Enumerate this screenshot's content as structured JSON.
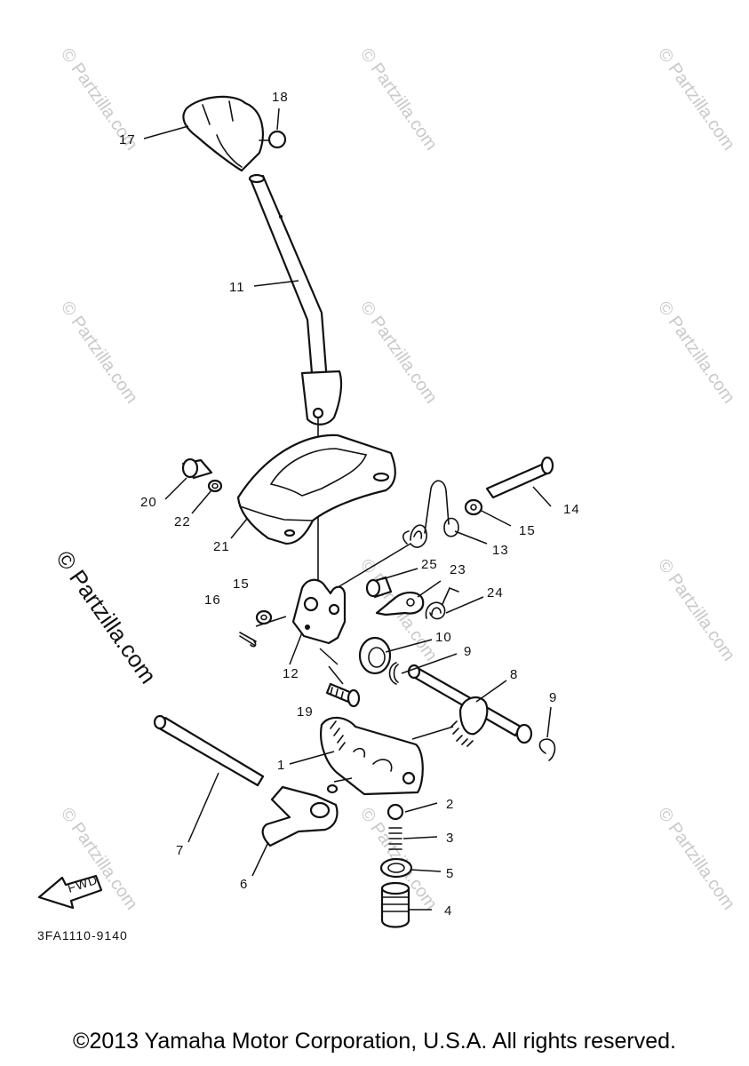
{
  "watermark": {
    "text": "© Partzilla.com",
    "side_text": "© Partzilla.com"
  },
  "diagram_code": "3FA1110-9140",
  "fwd_label": "FWD",
  "copyright": "©2013 Yamaha Motor Corporation, U.S.A. All rights reserved.",
  "callouts": {
    "c1": "1",
    "c2": "2",
    "c3": "3",
    "c4": "4",
    "c5": "5",
    "c6": "6",
    "c7": "7",
    "c8": "8",
    "c9a": "9",
    "c9b": "9",
    "c10": "10",
    "c11": "11",
    "c12": "12",
    "c13": "13",
    "c14": "14",
    "c15a": "15",
    "c15b": "15",
    "c16": "16",
    "c17": "17",
    "c18": "18",
    "c19": "19",
    "c20": "20",
    "c21": "21",
    "c22": "22",
    "c23": "23",
    "c24": "24",
    "c25": "25"
  }
}
